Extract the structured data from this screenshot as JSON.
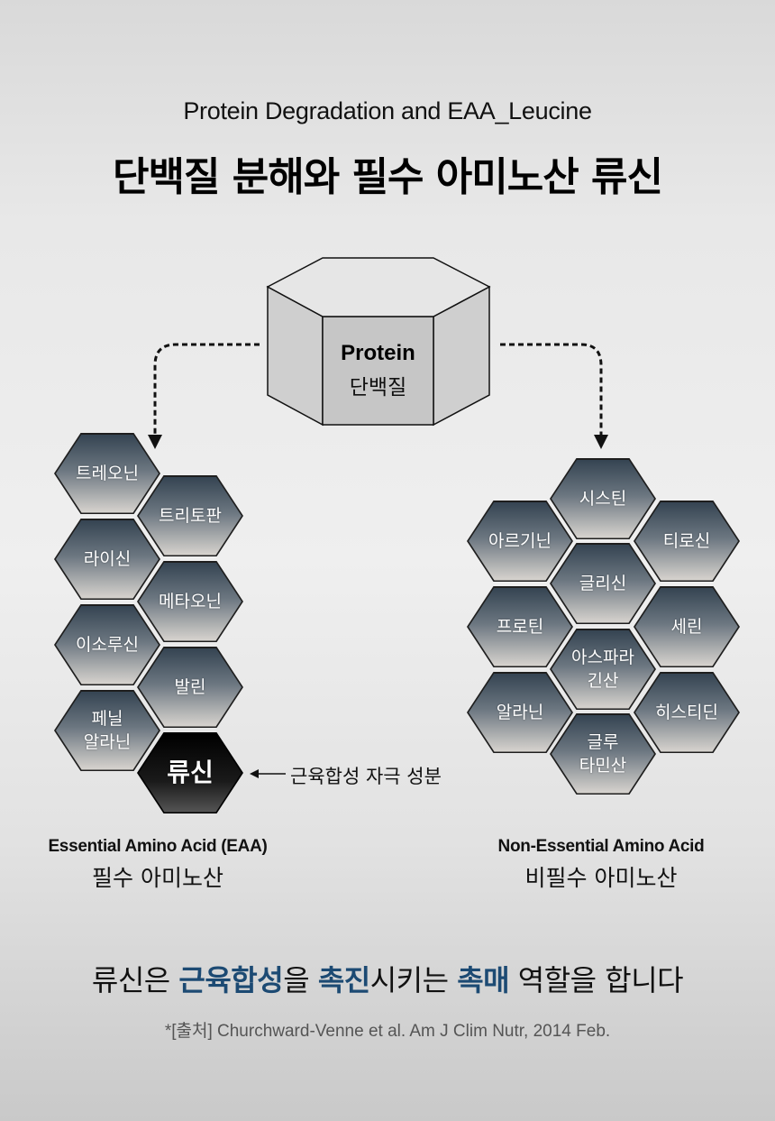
{
  "header": {
    "subtitle": "Protein Degradation and EAA_Leucine",
    "title": "단백질 분해와 필수 아미노산 류신"
  },
  "protein": {
    "en": "Protein",
    "ko": "단백질"
  },
  "essential": {
    "items": [
      "트레오닌",
      "트리토판",
      "라이신",
      "메타오닌",
      "이소루신",
      "발린",
      "페닐\n알라닌",
      "류신"
    ],
    "annotation": "근육합성 자극 성분",
    "label_en": "Essential Amino Acid (EAA)",
    "label_ko": "필수 아미노산"
  },
  "non_essential": {
    "items": [
      "시스틴",
      "아르기닌",
      "티로신",
      "글리신",
      "프로틴",
      "세린",
      "아스파라\n긴산",
      "알라닌",
      "히스티딘",
      "글루\n타민산"
    ],
    "label_en": "Non-Essential Amino Acid",
    "label_ko": "비필수 아미노산"
  },
  "sentence": {
    "p1": "류신은 ",
    "h1": "근육합성",
    "p2": "을 ",
    "h2": "촉진",
    "p3": "시키는 ",
    "h3": "촉매",
    "p4": " 역할을 합니다"
  },
  "source": "*[출처] Churchward-Venne et al. Am J Clim Nutr, 2014 Feb.",
  "colors": {
    "accent": "#1c4a73"
  }
}
